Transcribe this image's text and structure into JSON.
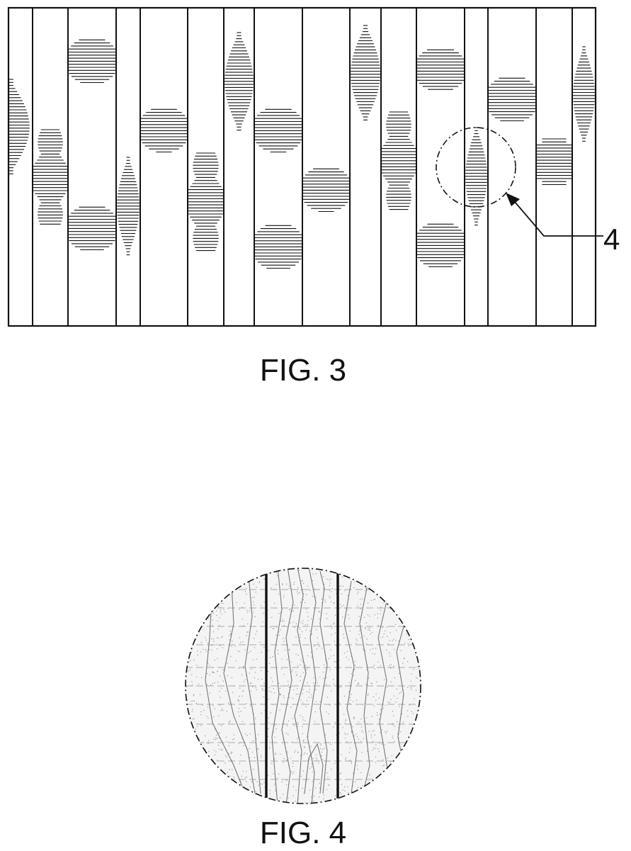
{
  "figures": [
    {
      "id": "fig3",
      "caption": "FIG. 3"
    },
    {
      "id": "fig4",
      "caption": "FIG. 4"
    }
  ],
  "reference_label": "4",
  "colors": {
    "ink": "#111111",
    "paper": "#ffffff",
    "stipple": "#9a9a9a",
    "grain": "#777777"
  }
}
